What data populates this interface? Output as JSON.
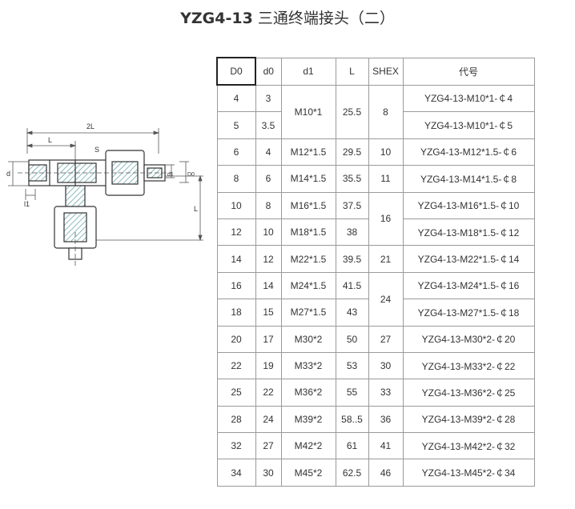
{
  "title": {
    "code": "YZG4-13",
    "name": "三通终端接头（二）"
  },
  "drawing_labels": {
    "two_l": "2L",
    "l": "L",
    "s": "S",
    "d": "d",
    "l1": "l1",
    "d1": "d1",
    "d0": "D0",
    "l_vertical": "L"
  },
  "table": {
    "headers": [
      "D0",
      "d0",
      "d1",
      "L",
      "SHEX",
      "代号"
    ],
    "groups": [
      {
        "rows": [
          {
            "D0": "4",
            "d0": "3",
            "code": "YZG4-13-M10*1-￠4"
          },
          {
            "D0": "5",
            "d0": "3.5",
            "code": "YZG4-13-M10*1-￠5"
          }
        ],
        "d1": "M10*1",
        "L": "25.5",
        "SHEX": "8"
      },
      {
        "rows": [
          {
            "D0": "6",
            "d0": "4",
            "code": "YZG4-13-M12*1.5-￠6"
          }
        ],
        "d1": "M12*1.5",
        "L": "29.5",
        "SHEX": "10"
      },
      {
        "rows": [
          {
            "D0": "8",
            "d0": "6",
            "code": "YZG4-13-M14*1.5-￠8"
          }
        ],
        "d1": "M14*1.5",
        "L": "35.5",
        "SHEX": "11"
      },
      {
        "rows": [
          {
            "D0": "10",
            "d0": "8",
            "d1": "M16*1.5",
            "L": "37.5",
            "code": "YZG4-13-M16*1.5-￠10"
          },
          {
            "D0": "12",
            "d0": "10",
            "d1": "M18*1.5",
            "L": "38",
            "code": "YZG4-13-M18*1.5-￠12"
          }
        ],
        "SHEX": "16"
      },
      {
        "rows": [
          {
            "D0": "14",
            "d0": "12",
            "code": "YZG4-13-M22*1.5-￠14"
          }
        ],
        "d1": "M22*1.5",
        "L": "39.5",
        "SHEX": "21"
      },
      {
        "rows": [
          {
            "D0": "16",
            "d0": "14",
            "d1": "M24*1.5",
            "L": "41.5",
            "code": "YZG4-13-M24*1.5-￠16"
          },
          {
            "D0": "18",
            "d0": "15",
            "d1": "M27*1.5",
            "L": "43",
            "code": "YZG4-13-M27*1.5-￠18"
          }
        ],
        "SHEX": "24"
      },
      {
        "rows": [
          {
            "D0": "20",
            "d0": "17",
            "code": "YZG4-13-M30*2-￠20"
          }
        ],
        "d1": "M30*2",
        "L": "50",
        "SHEX": "27"
      },
      {
        "rows": [
          {
            "D0": "22",
            "d0": "19",
            "code": "YZG4-13-M33*2-￠22"
          }
        ],
        "d1": "M33*2",
        "L": "53",
        "SHEX": "30"
      },
      {
        "rows": [
          {
            "D0": "25",
            "d0": "22",
            "code": "YZG4-13-M36*2-￠25"
          }
        ],
        "d1": "M36*2",
        "L": "55",
        "SHEX": "33"
      },
      {
        "rows": [
          {
            "D0": "28",
            "d0": "24",
            "code": "YZG4-13-M39*2-￠28"
          }
        ],
        "d1": "M39*2",
        "L": "58..5",
        "SHEX": "36"
      },
      {
        "rows": [
          {
            "D0": "32",
            "d0": "27",
            "code": "YZG4-13-M42*2-￠32"
          }
        ],
        "d1": "M42*2",
        "L": "61",
        "SHEX": "41"
      },
      {
        "rows": [
          {
            "D0": "34",
            "d0": "30",
            "code": "YZG4-13-M45*2-￠34"
          }
        ],
        "d1": "M45*2",
        "L": "62.5",
        "SHEX": "46"
      }
    ]
  }
}
